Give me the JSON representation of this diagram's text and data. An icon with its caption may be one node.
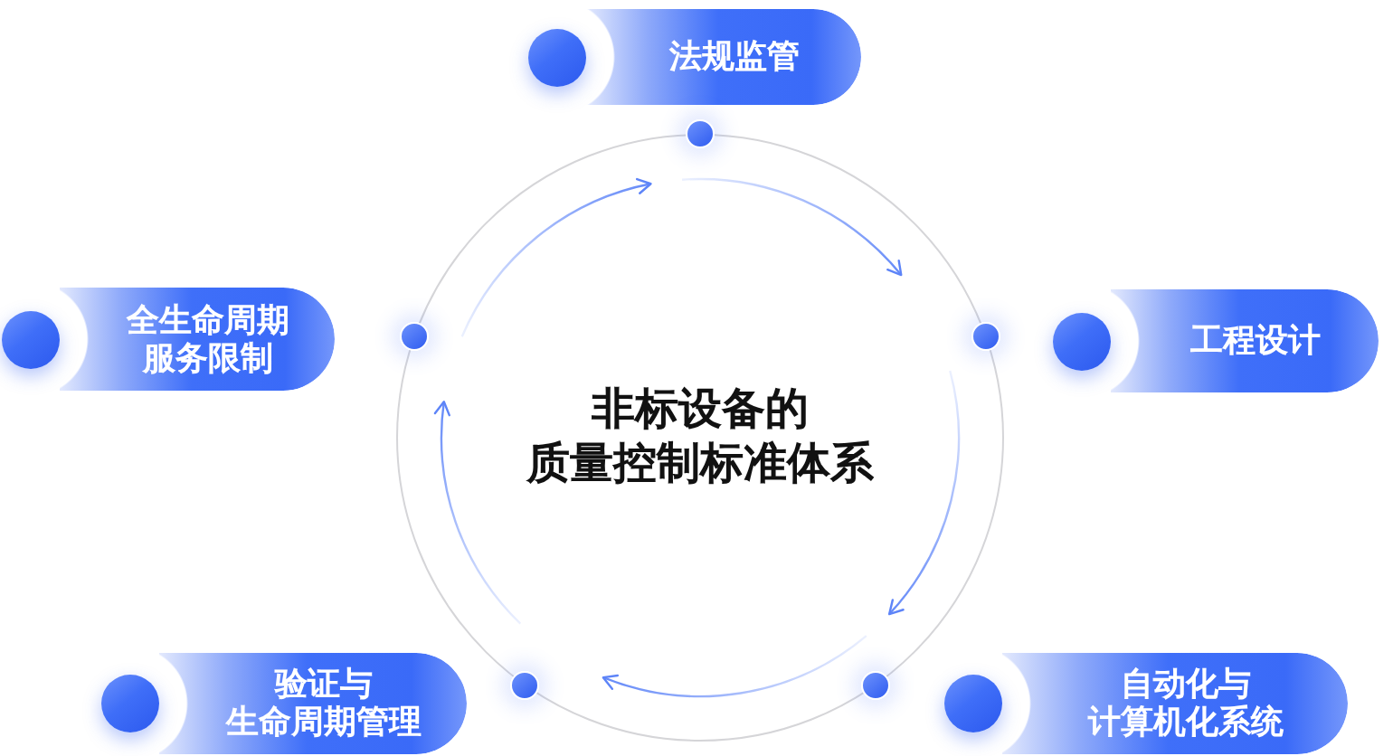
{
  "diagram": {
    "nodes": [
      {
        "text": [
          "法规监管"
        ]
      },
      {
        "text": [
          "全生命周期服务限制"
        ]
      },
      {
        "text": [
          "工程设计"
        ]
      },
      {
        "text": [
          "非标设备的质量控制标准体系"
        ]
      },
      {
        "text": [
          "验证与生命周期管理"
        ]
      },
      {
        "text": [
          "自动化与计算机化系统"
        ]
      }
    ]
  }
}
